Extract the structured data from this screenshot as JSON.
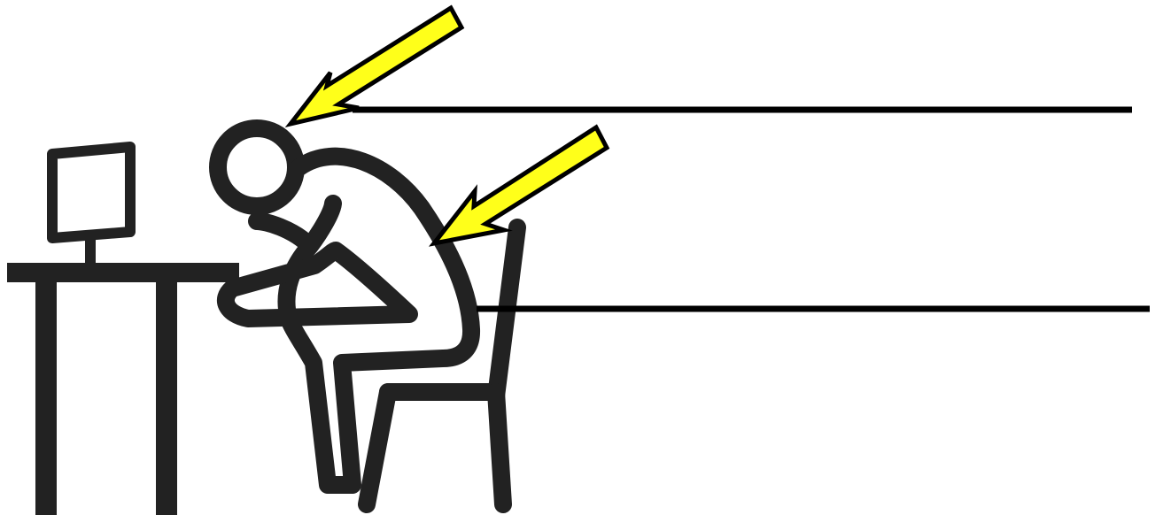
{
  "diagram": {
    "subject": "person-hunched-at-desk",
    "colors": {
      "ink": "#222222",
      "arrow_fill": "#ffff1a",
      "arrow_outline": "#000000",
      "leader_line": "#000000",
      "background": "#ffffff"
    },
    "callouts": [
      {
        "id": "head",
        "icon": "arrow-icon",
        "label": ""
      },
      {
        "id": "upper-back",
        "icon": "arrow-icon",
        "label": ""
      }
    ]
  }
}
